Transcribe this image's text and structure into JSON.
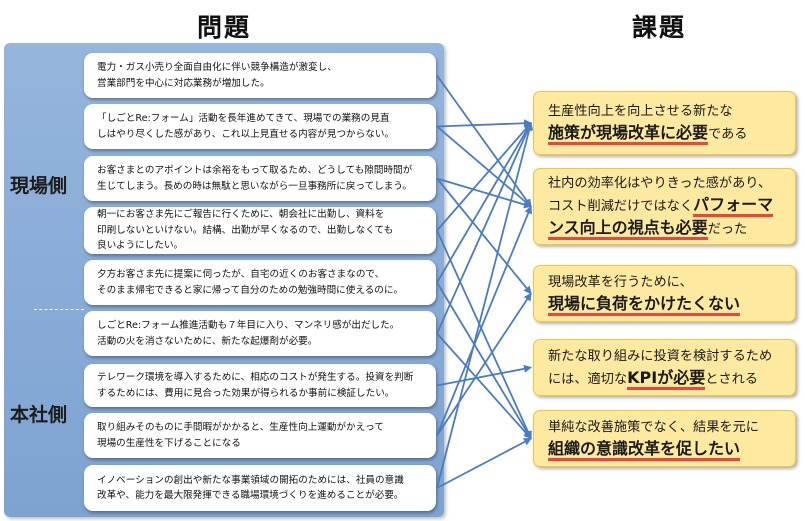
{
  "headers": {
    "problems": "問題",
    "issues": "課題"
  },
  "side_labels": {
    "field": "現場側",
    "hq": "本社側"
  },
  "problems": [
    {
      "id": "p1",
      "text": "電力・ガス小売り全面自由化に伴い競争構造が激変し、\n営業部門を中心に対応業務が増加した。"
    },
    {
      "id": "p2",
      "text": "「しごとRe:フォーム」活動を長年進めてきて、現場での業務の見直\nしはやり尽くした感があり、これ以上見直せる内容が見つからない。"
    },
    {
      "id": "p3",
      "text": "お客さまとのアポイントは余裕をもって取るため、どうしても隙間時間が\n生じてしまう。長めの時は無駄と思いながら一旦事務所に戻ってしまう。"
    },
    {
      "id": "p4",
      "text": "朝一にお客さま先にご報告に行くために、朝会社に出勤し、資料を\n印刷しないといけない。結構、出勤が早くなるので、出勤しなくても\n良いようにしたい。"
    },
    {
      "id": "p5",
      "text": "夕方お客さま先に提案に伺ったが、自宅の近くのお客さまなので、\nそのまま帰宅できると家に帰って自分のための勉強時間に使えるのに。"
    },
    {
      "id": "p6",
      "text": "しごとRe:フォーム推進活動も７年目に入り、マンネリ感が出だした。\n活動の火を消さないために、新たな起爆剤が必要。"
    },
    {
      "id": "p7",
      "text": "テレワーク環境を導入するために、相応のコストが発生する。投資を判断\nするためには、費用に見合った効果が得られるか事前に検証したい。"
    },
    {
      "id": "p8",
      "text": "取り組みそのものに手間暇がかかると、生産性向上運動がかえって\n現場の生産性を下げることになる"
    },
    {
      "id": "p9",
      "text": "イノベーションの創出や新たな事業領域の開拓のためには、社員の意識\n改革や、能力を最大限発揮できる職場環境づくりを進めることが必要。"
    }
  ],
  "issues": [
    {
      "id": "k1",
      "lines": [
        [
          {
            "t": "生産性向上を向上させる新たな"
          }
        ],
        [
          {
            "t": "施策が現場改革に必要",
            "em": true
          },
          {
            "t": "である"
          }
        ]
      ]
    },
    {
      "id": "k2",
      "lines": [
        [
          {
            "t": "社内の効率化はやりきった感があり、"
          }
        ],
        [
          {
            "t": "コスト削減だけではなく"
          },
          {
            "t": "パフォーマ",
            "em": true
          }
        ],
        [
          {
            "t": "ンス向上の視点も必要",
            "em": true
          },
          {
            "t": "だった"
          }
        ]
      ]
    },
    {
      "id": "k3",
      "lines": [
        [
          {
            "t": "現場改革を行うために、"
          }
        ],
        [
          {
            "t": "現場に負荷をかけたくない",
            "em": true
          }
        ]
      ]
    },
    {
      "id": "k4",
      "lines": [
        [
          {
            "t": "新たな取り組みに投資を検討するため"
          }
        ],
        [
          {
            "t": "には、適切な"
          },
          {
            "t": "KPIが必要",
            "em": true
          },
          {
            "t": "とされる"
          }
        ]
      ]
    },
    {
      "id": "k5",
      "lines": [
        [
          {
            "t": "単純な改善施策でなく、結果を元に"
          }
        ],
        [
          {
            "t": "組織の意識改革を促したい",
            "em": true
          }
        ]
      ]
    }
  ],
  "links": [
    {
      "from": 0,
      "to": 1
    },
    {
      "from": 1,
      "to": 0
    },
    {
      "from": 1,
      "to": 1
    },
    {
      "from": 2,
      "to": 1
    },
    {
      "from": 2,
      "to": 2
    },
    {
      "from": 3,
      "to": 0
    },
    {
      "from": 3,
      "to": 4
    },
    {
      "from": 4,
      "to": 0
    },
    {
      "from": 4,
      "to": 4
    },
    {
      "from": 5,
      "to": 0
    },
    {
      "from": 5,
      "to": 4
    },
    {
      "from": 6,
      "to": 3
    },
    {
      "from": 7,
      "to": 2
    },
    {
      "from": 7,
      "to": 1
    },
    {
      "from": 8,
      "to": 0
    },
    {
      "from": 8,
      "to": 4
    }
  ],
  "colors": {
    "arrow": "#4a7cc0",
    "panel": "#8aaed8",
    "highlight_box": "#fde9a0",
    "underline": "#f0433a"
  }
}
